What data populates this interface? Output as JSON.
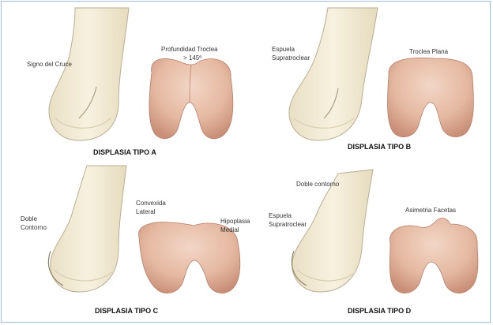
{
  "panels": [
    {
      "title": "DISPLASIA TIPO A",
      "labels": [
        "Signo del Cruce",
        "Profundidad Troclea",
        "> 145º"
      ]
    },
    {
      "title": "DISPLASIA TIPO B",
      "labels": [
        "Espuela",
        "Supratroclear",
        "Troclea Plana"
      ]
    },
    {
      "title": "DISPLASIA TIPO C",
      "labels": [
        "Doble",
        "Contorno",
        "Convexida",
        "Lateral",
        "Hipoplasia",
        "Medial"
      ]
    },
    {
      "title": "DISPLASIA TIPO D",
      "labels": [
        "Doble contorno",
        "Espuela",
        "Supratroclear",
        "Asimetria Facetas"
      ]
    }
  ],
  "colors": {
    "border": "#9bbbe0",
    "bone": "#f4ecd6",
    "bone_outline": "#b9ae94",
    "cartilage": "#e8c0aa",
    "cartilage_shadow": "#c8927c"
  }
}
